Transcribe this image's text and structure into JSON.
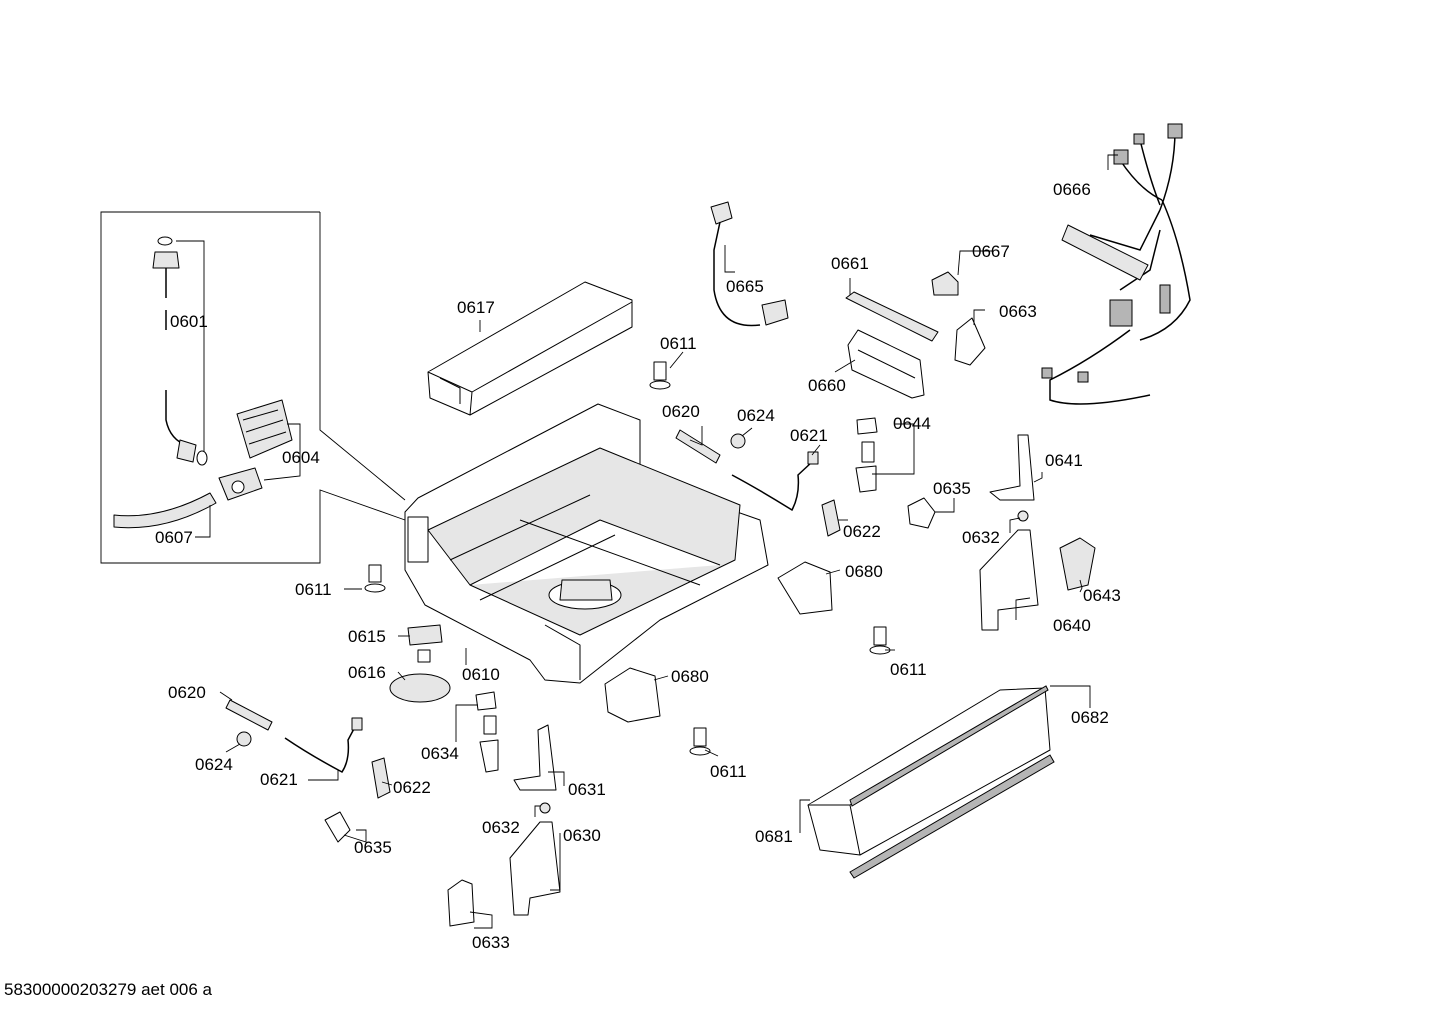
{
  "labels": {
    "l0601": "0601",
    "l0604": "0604",
    "l0607": "0607",
    "l0610": "0610",
    "l0611a": "0611",
    "l0611b": "0611",
    "l0611c": "0611",
    "l0611d": "0611",
    "l0615": "0615",
    "l0616": "0616",
    "l0617": "0617",
    "l0620a": "0620",
    "l0620b": "0620",
    "l0621a": "0621",
    "l0621b": "0621",
    "l0622a": "0622",
    "l0622b": "0622",
    "l0624a": "0624",
    "l0624b": "0624",
    "l0630": "0630",
    "l0631": "0631",
    "l0632a": "0632",
    "l0632b": "0632",
    "l0633": "0633",
    "l0634": "0634",
    "l0635a": "0635",
    "l0635b": "0635",
    "l0640": "0640",
    "l0641": "0641",
    "l0643": "0643",
    "l0644": "0644",
    "l0660": "0660",
    "l0661": "0661",
    "l0663": "0663",
    "l0665": "0665",
    "l0666": "0666",
    "l0667": "0667",
    "l0680a": "0680",
    "l0680b": "0680",
    "l0681": "0681",
    "l0682": "0682"
  },
  "footer_code": "58300000203279 aet 006 a"
}
